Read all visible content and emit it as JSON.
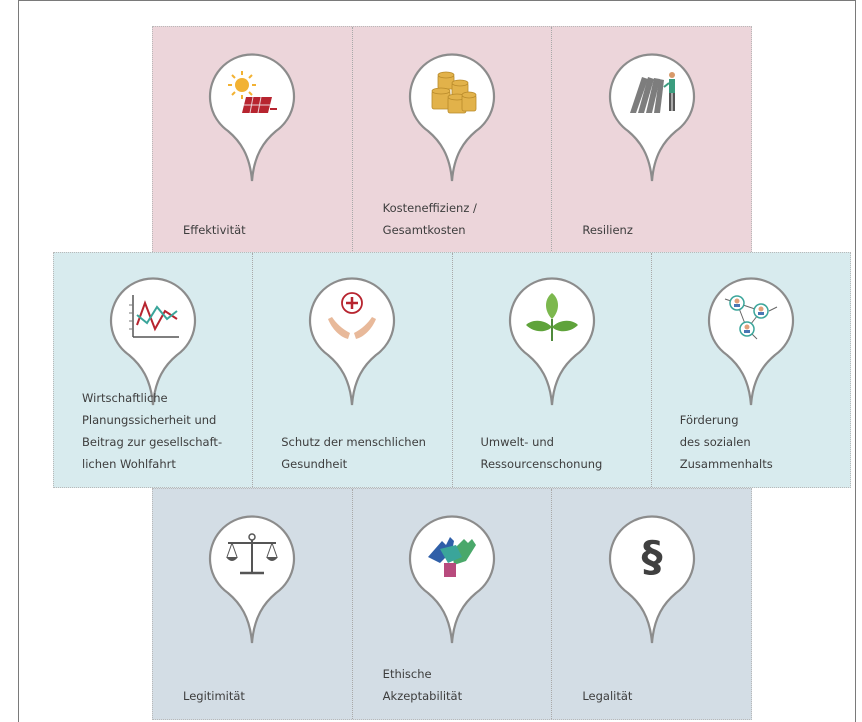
{
  "groups": {
    "top": {
      "items": [
        {
          "icon": "solar-panel-sun-icon",
          "label": "Effektivität"
        },
        {
          "icon": "coin-stacks-icon",
          "label": "Kosteneffizienz /\nGesamtkosten"
        },
        {
          "icon": "falling-dominoes-person-icon",
          "label": "Resilienz"
        }
      ]
    },
    "middle": {
      "items": [
        {
          "icon": "line-chart-icon",
          "label": "Wirtschaftliche\nPlanungssicherheit und\nBeitrag zur gesellschaft-\nlichen Wohlfahrt"
        },
        {
          "icon": "hands-medical-cross-icon",
          "label": "Schutz der menschlichen\nGesundheit"
        },
        {
          "icon": "leaf-sprout-icon",
          "label": "Umwelt- und\nRessourcenschonung"
        },
        {
          "icon": "connected-people-icon",
          "label": "Förderung\ndes sozialen\nZusammenhalts"
        }
      ]
    },
    "bottom": {
      "items": [
        {
          "icon": "balance-scale-icon",
          "label": "Legitimität"
        },
        {
          "icon": "joined-hands-icon",
          "label": "Ethische\nAkzeptabilität"
        },
        {
          "icon": "paragraph-sign-icon",
          "label": "Legalität"
        }
      ]
    }
  },
  "colors": {
    "top_background": "#ecd5da",
    "middle_background": "#d8ebee",
    "bottom_background": "#d3dde5",
    "pin_outline": "#8c8c8c"
  }
}
